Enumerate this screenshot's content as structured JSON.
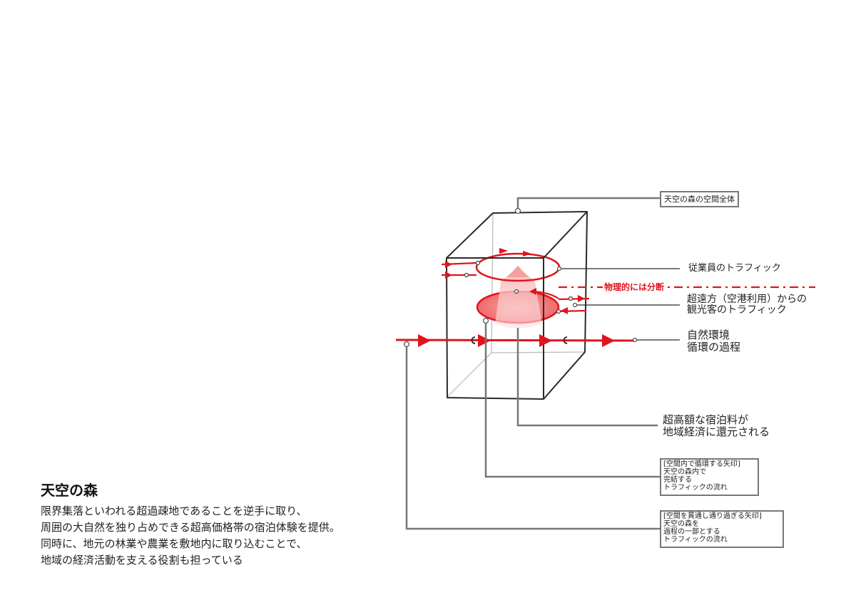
{
  "labels": {
    "whole_space": "天空の森の空間全体",
    "staff_traffic": "従業員のトラフィック",
    "separated": "物理的には分断",
    "tourist_1": "超遠方（空港利用）からの",
    "tourist_2": "観光客のトラフィック",
    "nature_1": "自然環境",
    "nature_2": "循環の過程",
    "economy_1": "超高額な宿泊料が",
    "economy_2": "地域経済に還元される"
  },
  "legend_boxes": [
    {
      "lines": [
        "[空間内で循環する矢印]",
        "天空の森内で",
        "完結する",
        "トラフィックの流れ"
      ]
    },
    {
      "lines": [
        "[空間を貫通し通り過ぎる矢印]",
        "天空の森を",
        "過程の一部とする",
        "トラフィックの流れ"
      ]
    }
  ],
  "colors": {
    "accent": "#e0141e",
    "leader": "#777777",
    "box_line": "#2a2a2a"
  },
  "title": "天空の森",
  "description": [
    "限界集落といわれる超過疎地であることを逆手に取り、",
    "周囲の大自然を独り占めできる超高価格帯の宿泊体験を提供。",
    "同時に、地元の林業や農業を敷地内に取り込むことで、",
    "地域の経済活動を支える役割も担っている"
  ]
}
